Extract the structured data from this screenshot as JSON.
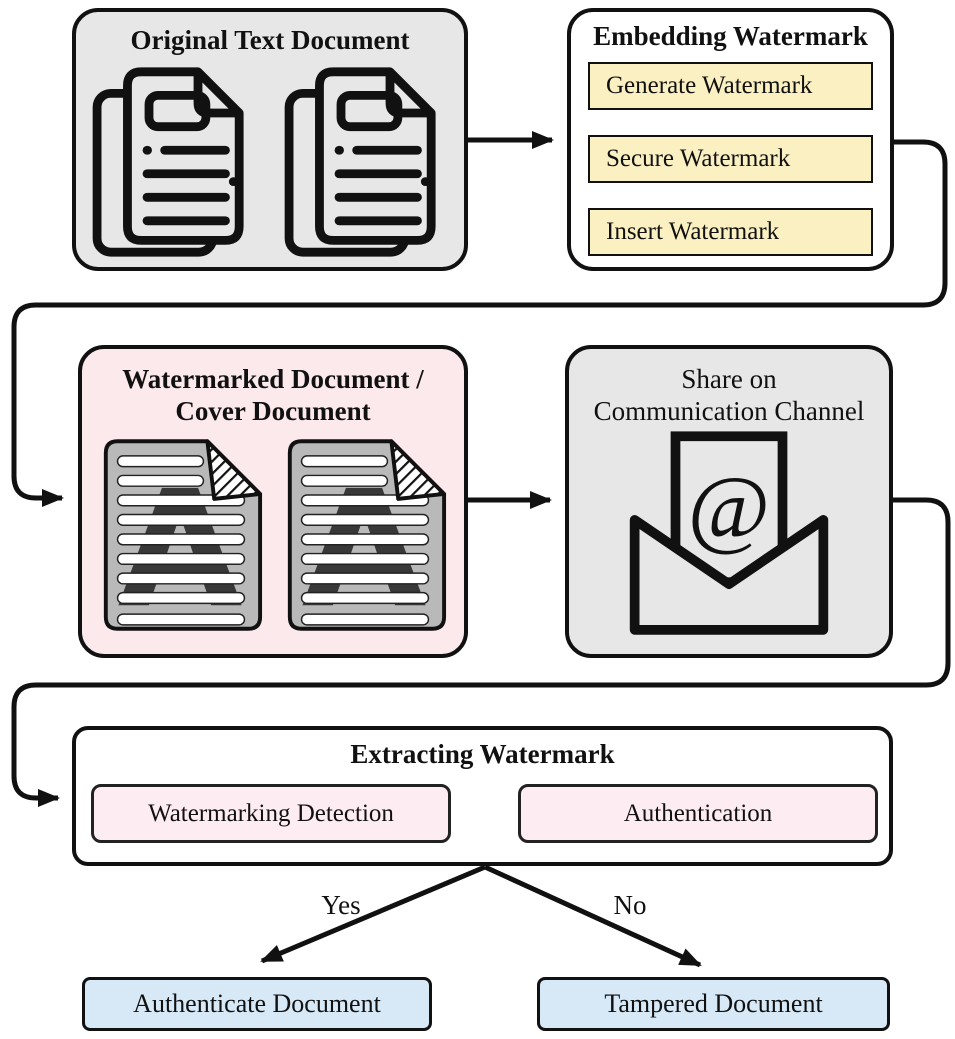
{
  "colors": {
    "box_gray": "#e7e7e7",
    "box_pink": "#fbe9ec",
    "step_yellow": "#faf0c2",
    "step_pink": "#fdecf2",
    "outcome_blue": "#d7e9f6",
    "doc_gray": "#b9b9b9",
    "watermark_dark": "#383838",
    "line_black": "#111111"
  },
  "boxes": {
    "original": {
      "title": "Original Text Document"
    },
    "embedding": {
      "title": "Embedding Watermark",
      "steps": [
        "Generate Watermark",
        "Secure Watermark",
        "Insert Watermark"
      ]
    },
    "watermarked": {
      "title_line1": "Watermarked Document /",
      "title_line2": "Cover Document",
      "watermark_letter": "A"
    },
    "share": {
      "title_line1": "Share on",
      "title_line2": "Communication Channel",
      "at_symbol": "@"
    },
    "extracting": {
      "title": "Extracting Watermark",
      "steps": [
        "Watermarking Detection",
        "Authentication"
      ]
    },
    "decision": {
      "yes": "Yes",
      "no": "No"
    },
    "outcomes": {
      "authentic": "Authenticate Document",
      "tampered": "Tampered Document"
    }
  }
}
